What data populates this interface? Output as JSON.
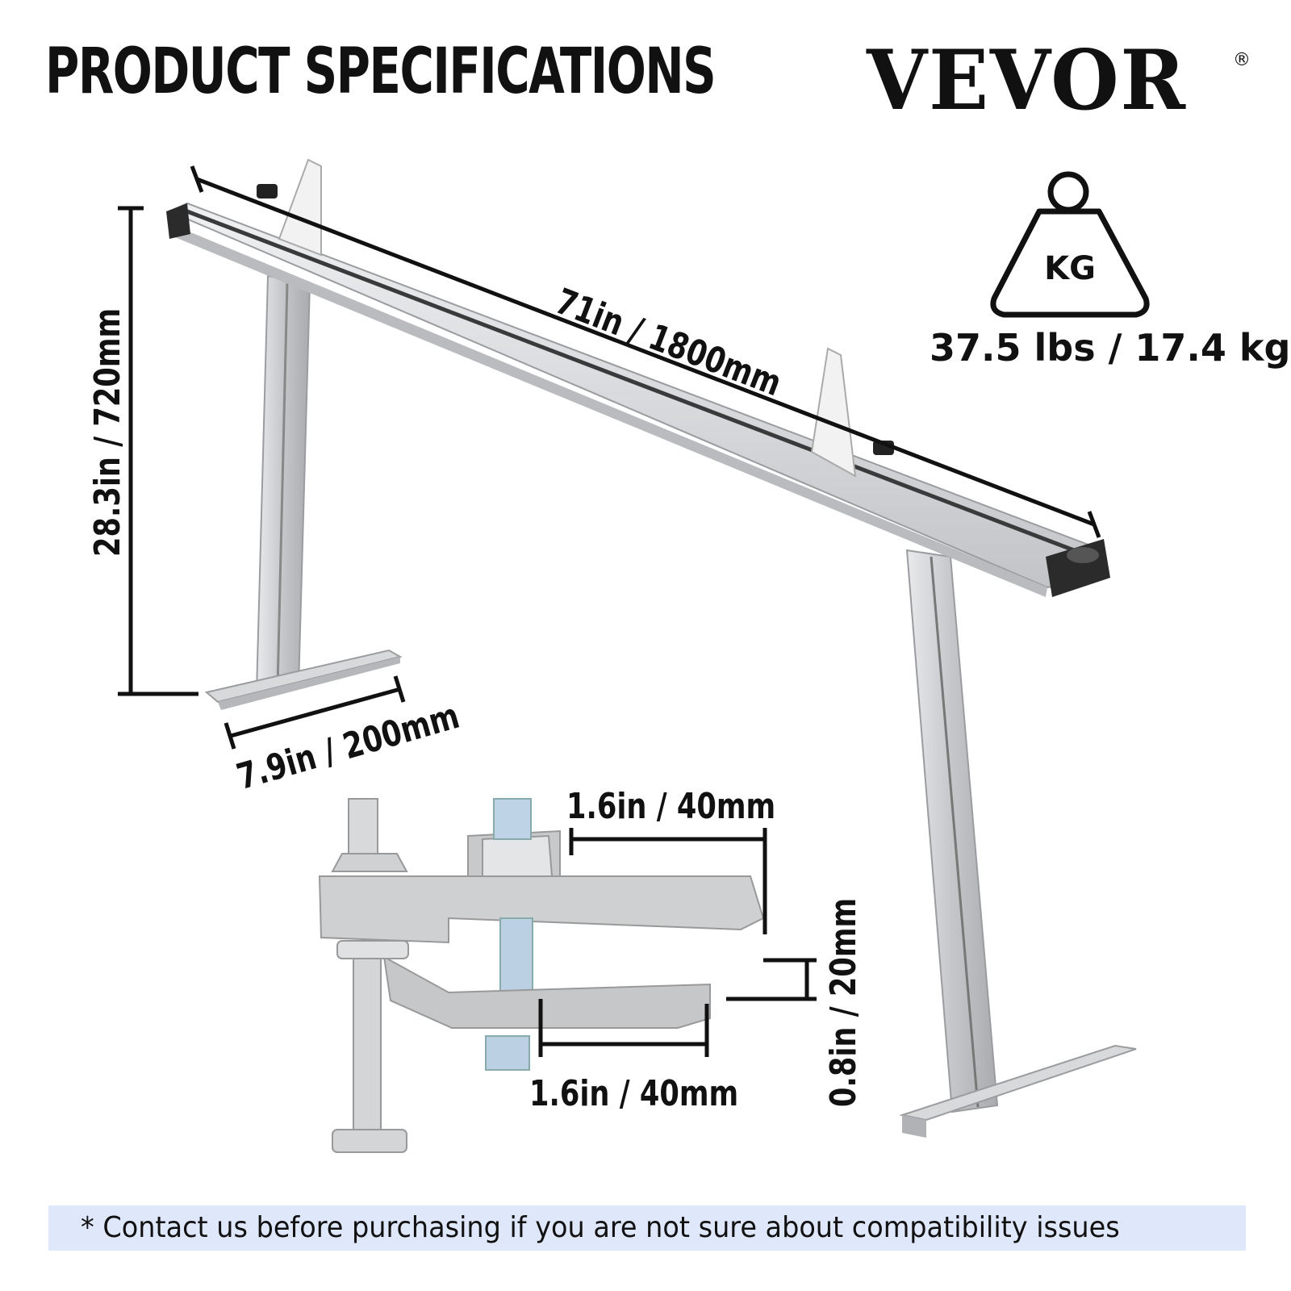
{
  "header": {
    "title": "PRODUCT SPECIFICATIONS",
    "brand": "VEVOR",
    "brand_mark": "®"
  },
  "weight": {
    "icon_label": "KG",
    "value": "37.5 lbs / 17.4 kg"
  },
  "dimensions": {
    "length": "71in / 1800mm",
    "height": "28.3in / 720mm",
    "base_width": "7.9in / 200mm",
    "clamp_top_length": "1.6in / 40mm",
    "clamp_bottom_length": "1.6in / 40mm",
    "clamp_opening": "0.8in / 20mm"
  },
  "notice": {
    "text": "* Contact us before purchasing if you are not sure about compatibility issues"
  },
  "colors": {
    "text": "#111111",
    "notice_background": "#dfe7fb",
    "metal": "#c9cacc"
  }
}
